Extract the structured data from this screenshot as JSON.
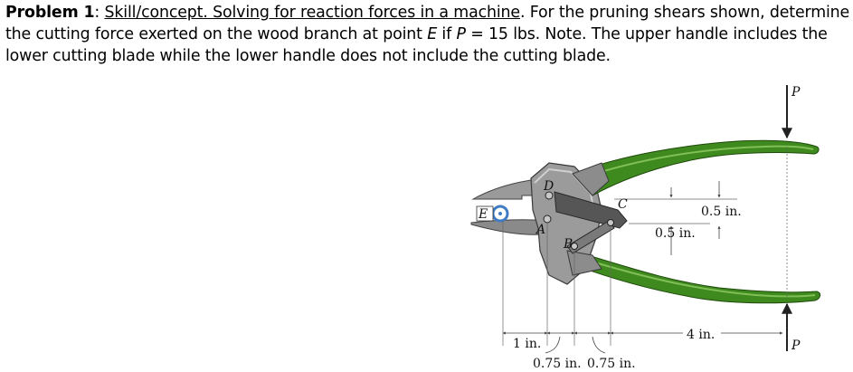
{
  "problem": {
    "number": "Problem 1",
    "colon": ": ",
    "topic": "Skill/concept. Solving for reaction forces in a machine",
    "text_1": ". For the pruning shears shown, determine the cutting force exerted on the wood branch at point ",
    "point": "E",
    "text_2": " if ",
    "var_p": "P",
    "text_3": " = 15 lbs. Note. The upper handle includes the lower cutting blade while the lower handle does not include the cutting blade."
  },
  "figure": {
    "labels": {
      "p_top": "P",
      "p_bottom": "P",
      "e": "E",
      "d": "D",
      "a": "A",
      "b": "B",
      "c": "C"
    },
    "dimensions": {
      "dim_05_right": "0.5 in.",
      "dim_05_left": "0.5 in.",
      "dim_1": "1 in.",
      "dim_075_a": "0.75 in.",
      "dim_075_b": "0.75 in.",
      "dim_4": "4 in."
    },
    "colors": {
      "handle_green": "#3f8a1e",
      "handle_dark": "#2c6514",
      "blade_grey": "#8c8c8c",
      "dark_grey": "#565656",
      "circle_blue": "#3f7cc4"
    }
  }
}
